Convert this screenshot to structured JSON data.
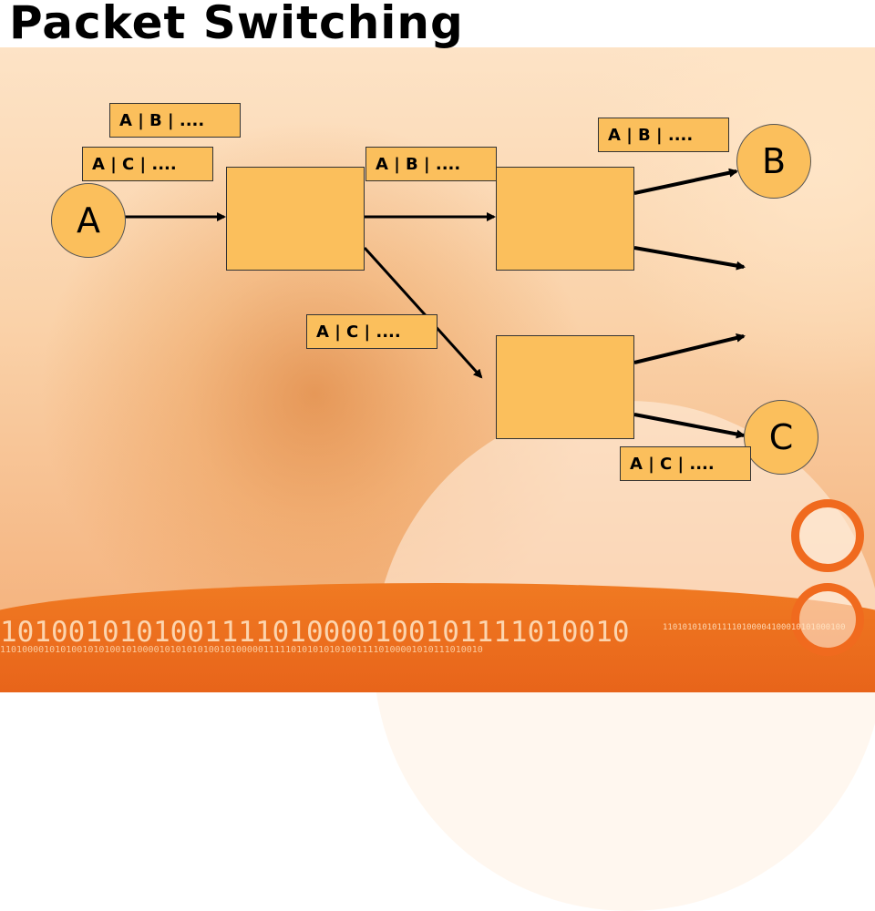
{
  "slide": {
    "title": "Packet Switching"
  },
  "nodes": {
    "a": "A",
    "b": "B",
    "c": "C"
  },
  "packets": {
    "top_ab": "A | B | ....",
    "top_ac": "A | C | ....",
    "mid_ab": "A | B | ....",
    "right_ab": "A | B | ....",
    "mid_ac": "A | C | ....",
    "bottom_ac": "A | C | ...."
  },
  "decor": {
    "binary_line_1": "1010010101001111010000100101111010010",
    "binary_line_1b": "1101010101011110100004100010101000100",
    "binary_line_2": "1101000010101001010100101000010101010100101000001111101010101010011110100001010111010010",
    "accent_color": "#f06a1e",
    "box_fill": "#fbbf5c"
  }
}
